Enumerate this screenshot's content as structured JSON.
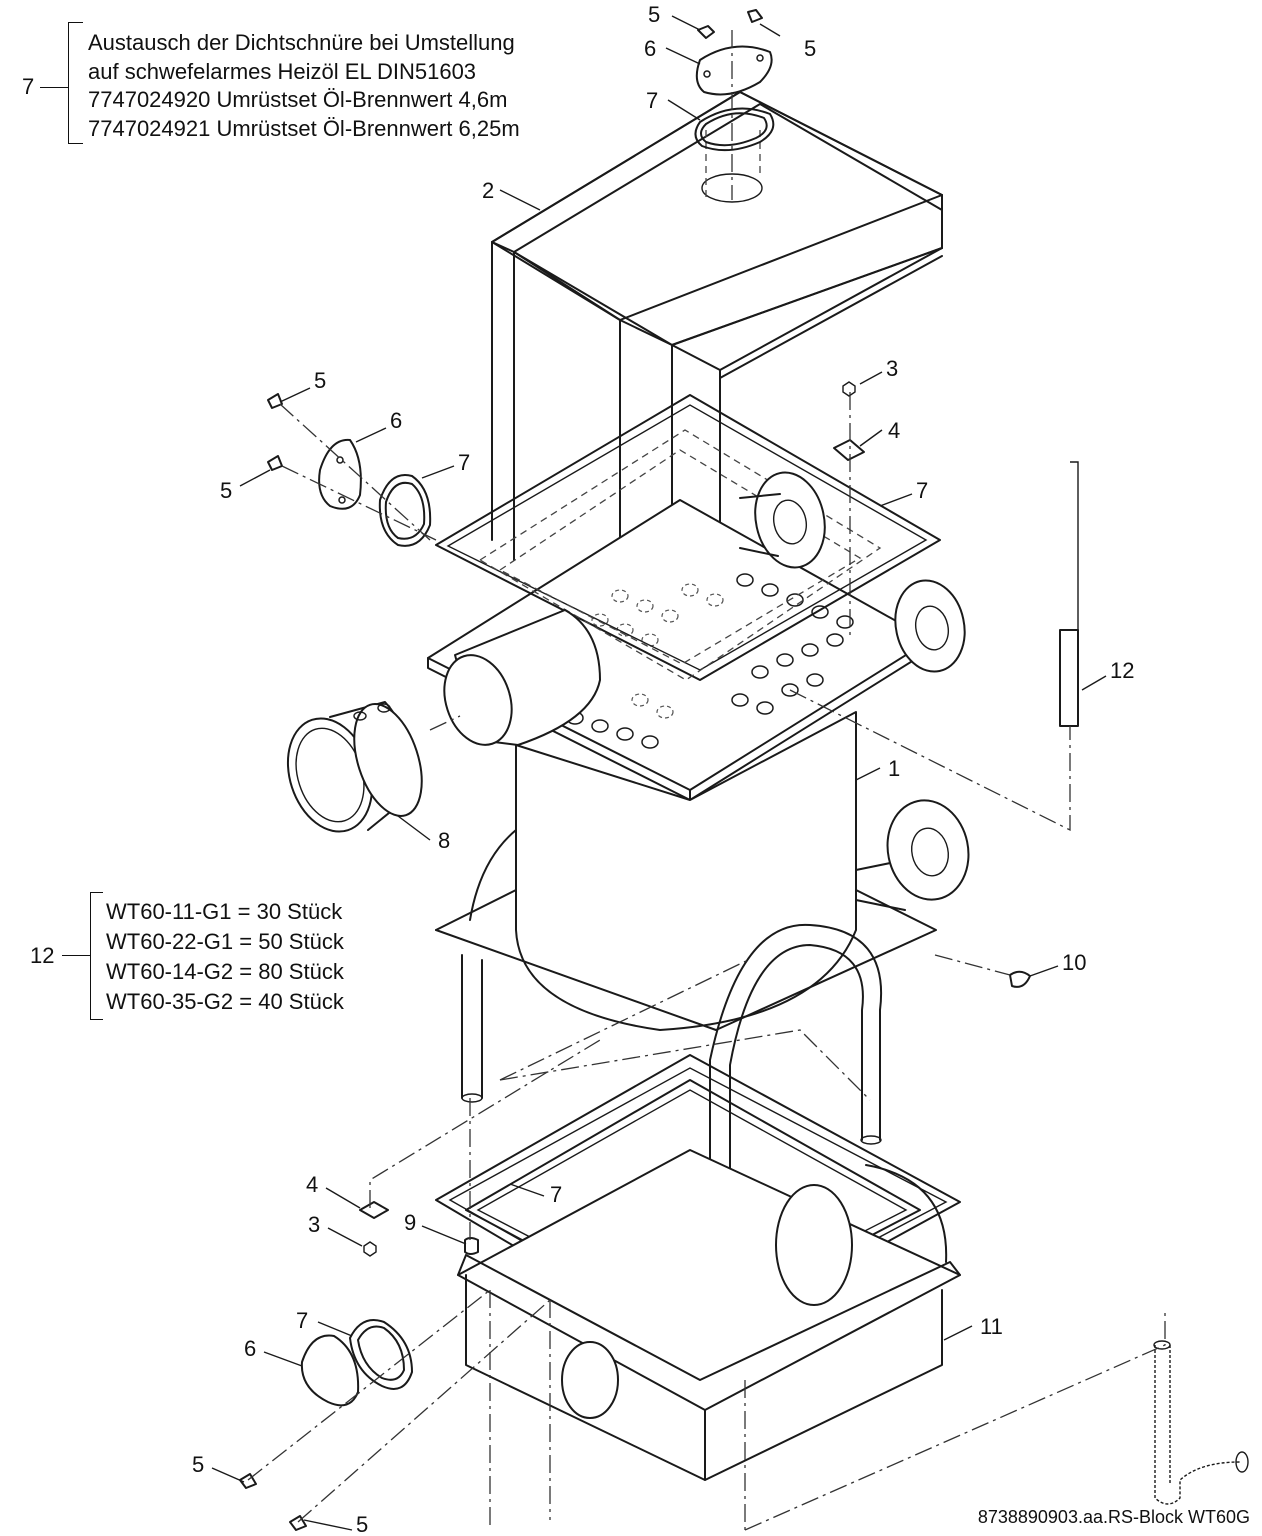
{
  "top_note": {
    "ref": "7",
    "lines": [
      "Austausch der Dichtschnüre bei Umstellung",
      "auf schwefelarmes Heizöl EL DIN51603",
      "7747024920 Umrüstset Öl-Brennwert 4,6m",
      "7747024921 Umrüstset Öl-Brennwert 6,25m"
    ]
  },
  "left_note": {
    "ref": "12",
    "lines": [
      "WT60-11-G1 = 30 Stück",
      "WT60-22-G1 = 50 Stück",
      "WT60-14-G2 = 80 Stück",
      "WT60-35-G2 = 40 Stück"
    ]
  },
  "callouts": {
    "c_top_5a": "5",
    "c_top_5b": "5",
    "c_top_6": "6",
    "c_top_7": "7",
    "c_2": "2",
    "c_3_top": "3",
    "c_4_top": "4",
    "c_left_5a": "5",
    "c_left_6": "6",
    "c_left_7": "7",
    "c_left_5b": "5",
    "c_7_right": "7",
    "c_12": "12",
    "c_1": "1",
    "c_8": "8",
    "c_10": "10",
    "c_4_bottom": "4",
    "c_7_bottom": "7",
    "c_3_bottom": "3",
    "c_9": "9",
    "c_11": "11",
    "c_bot_7": "7",
    "c_bot_6": "6",
    "c_bot_5a": "5",
    "c_bot_5b": "5"
  },
  "document_id": "8738890903.aa.RS-Block WT60G"
}
